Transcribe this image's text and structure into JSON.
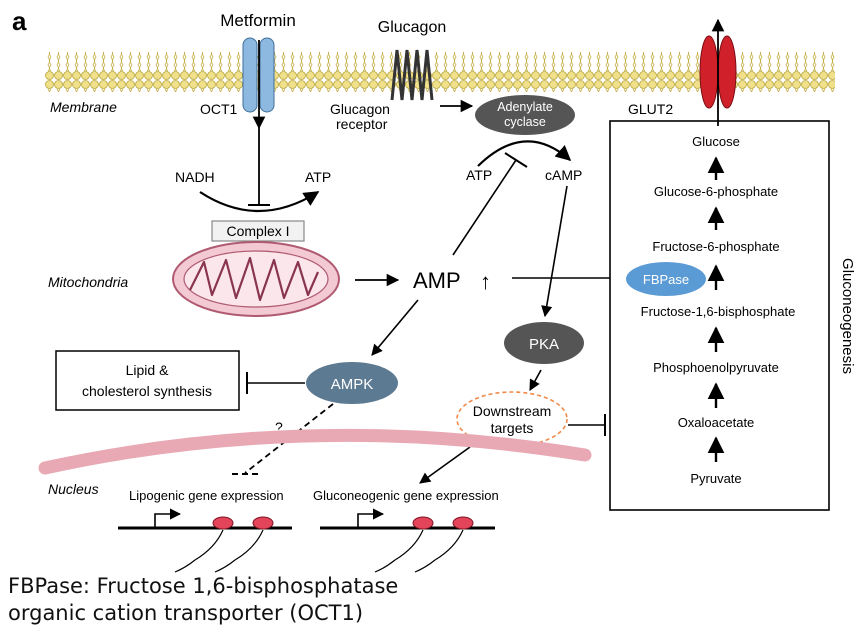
{
  "panel_letter": "a",
  "labels": {
    "metformin": "Metformin",
    "glucagon": "Glucagon",
    "membrane": "Membrane",
    "oct1": "OCT1",
    "glucagon_receptor_line1": "Glucagon",
    "glucagon_receptor_line2": "receptor",
    "adenylate_line1": "Adenylate",
    "adenylate_line2": "cyclase",
    "glut2": "GLUT2",
    "nadh": "NADH",
    "atp_left": "ATP",
    "atp_mid": "ATP",
    "camp": "cAMP",
    "complex_i": "Complex I",
    "mitochondria": "Mitochondria",
    "amp": "AMP",
    "amp_up": "↑",
    "pka": "PKA",
    "ampk": "AMPK",
    "lipid_line1": "Lipid &",
    "lipid_line2": "cholesterol synthesis",
    "downstream_line1": "Downstream",
    "downstream_line2": "targets",
    "question": "?",
    "nucleus": "Nucleus",
    "lipogenic": "Lipogenic gene expression",
    "gluconeogenic_expr": "Gluconeogenic gene expression",
    "fbpase": "FBPase",
    "gluconeogenesis": "Gluconeogenesis"
  },
  "pathway_steps": [
    "Glucose",
    "Glucose-6-phosphate",
    "Fructose-6-phosphate",
    "Fructose-1,6-bisphosphate",
    "Phosphoenolpyruvate",
    "Oxaloacetate",
    "Pyruvate"
  ],
  "footer": {
    "line1": "FBPase: Fructose 1,6-bisphosphatase",
    "line2": "organic cation transporter (OCT1)"
  },
  "colors": {
    "membrane": "#e8d77a",
    "oct1": "#8db8df",
    "glut2": "#d0202a",
    "ampk": "#5d7a93",
    "pka": "#555555",
    "adenylate": "#555555",
    "fbpase": "#5b9bd5",
    "downstream": "#f08a4b",
    "mitochondria": "#f3c9d4",
    "nucleus": "#e8a8b4"
  }
}
